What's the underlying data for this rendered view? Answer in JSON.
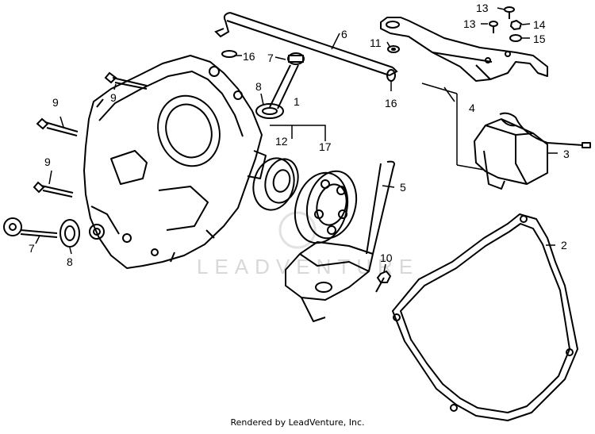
{
  "watermark": "LEADVENTURE",
  "footer": "Rendered by LeadVenture, Inc.",
  "callouts": {
    "c1": "1",
    "c2": "2",
    "c3": "3",
    "c4": "4",
    "c5": "5",
    "c6": "6",
    "c7a": "7",
    "c7b": "7",
    "c8a": "8",
    "c8b": "8",
    "c9a": "9",
    "c9b": "9",
    "c9c": "9",
    "c10": "10",
    "c11": "11",
    "c12": "12",
    "c13a": "13",
    "c13b": "13",
    "c14": "14",
    "c15": "15",
    "c16a": "16",
    "c16b": "16",
    "c17": "17"
  }
}
